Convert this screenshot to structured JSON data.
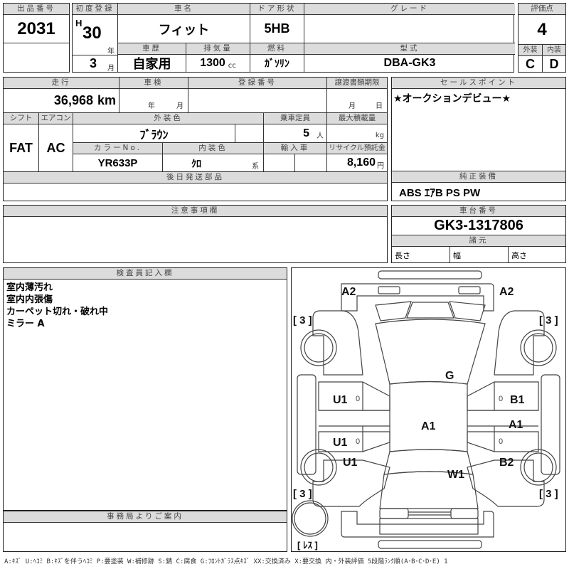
{
  "lot": {
    "label": "出品番号",
    "value": "2031"
  },
  "first_reg": {
    "label": "初度登録",
    "era": "H",
    "year": "30",
    "year_unit": "年",
    "month": "3",
    "month_unit": "月"
  },
  "car_name": {
    "label": "車名",
    "value": "フィット"
  },
  "door": {
    "label": "ドア形状",
    "value": "5HB"
  },
  "grade": {
    "label": "グレード",
    "value": ""
  },
  "score": {
    "label": "評価点",
    "value": "4",
    "ext_label": "外装",
    "ext_value": "C",
    "int_label": "内装",
    "int_value": "D"
  },
  "history": {
    "label": "車歴",
    "value": "自家用"
  },
  "displacement": {
    "label": "排気量",
    "value": "1300",
    "unit": "cc"
  },
  "fuel": {
    "label": "燃料",
    "value": "ｶﾞｿﾘﾝ"
  },
  "model": {
    "label": "型式",
    "value": "DBA-GK3"
  },
  "mileage": {
    "label": "走行",
    "value": "36,968",
    "unit": "km"
  },
  "inspection": {
    "label": "車検",
    "year_unit": "年",
    "month_unit": "月"
  },
  "reg_no": {
    "label": "登録番号",
    "value": ""
  },
  "transfer": {
    "label": "譲渡書類期限",
    "month_unit": "月",
    "day_unit": "日"
  },
  "sales_point": {
    "label": "セールスポイント",
    "value": "★オークションデビュー★"
  },
  "shift": {
    "label": "シフト",
    "value": "FAT"
  },
  "aircon": {
    "label": "エアコン",
    "value": "AC"
  },
  "ext_color": {
    "label": "外装色",
    "value": "ﾌﾞﾗｳﾝ"
  },
  "capacity": {
    "label": "乗車定員",
    "value": "5",
    "unit": "人"
  },
  "max_load": {
    "label": "最大積載量",
    "unit": "kg"
  },
  "color_no": {
    "label": "カラーNo.",
    "value": "YR633P"
  },
  "int_color": {
    "label": "内装色",
    "value": "ｸﾛ",
    "unit": "系"
  },
  "import": {
    "label": "輸入車"
  },
  "recycle": {
    "label": "リサイクル預託金",
    "value": "8,160",
    "unit": "円"
  },
  "later_parts": {
    "label": "後日発送部品",
    "value": ""
  },
  "equipment": {
    "label": "純正装備",
    "value": "ABS ｴｱB PS PW"
  },
  "notes": {
    "label": "注意事項欄",
    "value": ""
  },
  "chassis": {
    "label": "車台番号",
    "value": "GK3-1317806"
  },
  "specs": {
    "label": "諸元",
    "length": "長さ",
    "width": "幅",
    "height": "高さ"
  },
  "inspector": {
    "label": "検査員記入欄",
    "lines": [
      "室内薄汚れ",
      "室内内張傷",
      "カーペット切れ・破れ中",
      "ミラー A"
    ]
  },
  "office": {
    "label": "事務局よりご案内",
    "value": ""
  },
  "diagram": {
    "marks": {
      "front_left": "A2",
      "front_right": "A2",
      "hood": "G",
      "roof": "A1",
      "trunk": "W1",
      "left_front_door": "U1",
      "left_rear_door": "U1",
      "left_rear_fender": "U1",
      "right_front_door": "B1",
      "right_rear_door": "A1",
      "right_rear_fender": "B2"
    },
    "zero_marks": "0",
    "tires": {
      "fl": "[ 3 ]",
      "fr": "[ 3 ]",
      "rl": "[ 3 ]",
      "rr": "[ 3 ]",
      "spare": "[ ﾚｽ ]"
    }
  },
  "legend": "A:ｷｽﾞ U:ﾍｺﾐ B:ｷｽﾞを伴うﾍｺﾐ P:要塗装 W:補修跡 S:錆 C:腐食 G:ﾌﾛﾝﾄｶﾞﾗｽ点ｷｽﾞ XX:交換済み X:要交換 内・外装評価 5段階ﾗﾝｸ順(A･B･C･D･E) 1"
}
